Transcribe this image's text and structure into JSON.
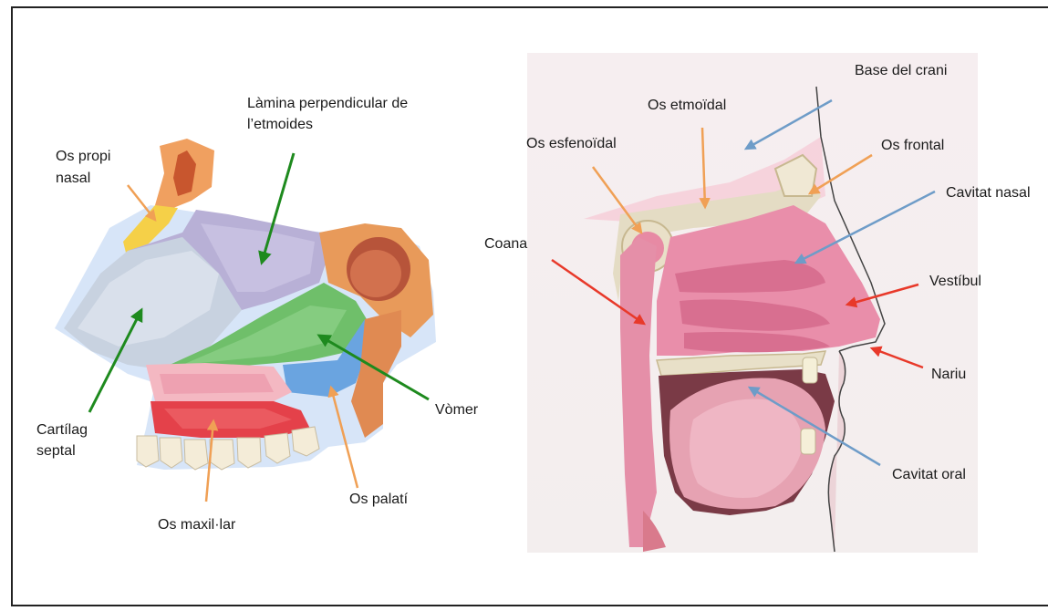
{
  "left_figure": {
    "labels": {
      "lamina_line1": "Làmina perpendicular de",
      "lamina_line2": "l’etmoides",
      "os_propi_line1": "Os propi",
      "os_propi_line2": "nasal",
      "cartilag_line1": "Cartílag",
      "cartilag_line2": "septal",
      "vomer": "Vòmer",
      "os_palati": "Os palatí",
      "os_maxil": "Os maxil·lar"
    }
  },
  "right_figure": {
    "labels": {
      "base_crani": "Base del crani",
      "os_etmoidal": "Os etmoïdal",
      "os_esfenoidal": "Os esfenoïdal",
      "os_frontal": "Os frontal",
      "cavitat_nasal": "Cavitat nasal",
      "coana": "Coana",
      "vestibul": "Vestíbul",
      "nariu": "Nariu",
      "cavitat_oral": "Cavitat oral"
    }
  },
  "arrow_colors": {
    "green": "#1e8a1e",
    "orange": "#f0a055",
    "blue": "#6e9cc8",
    "red": "#e8392a"
  }
}
